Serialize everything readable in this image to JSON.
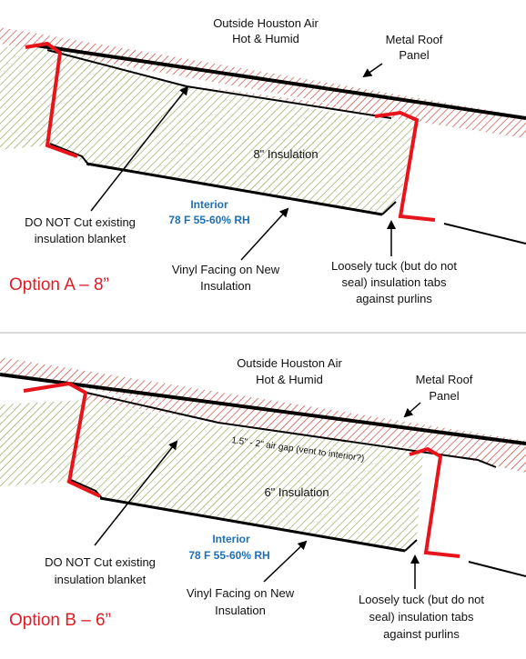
{
  "colors": {
    "roof_line": "#000000",
    "purlin": "#e8141b",
    "hatch_red": "#c0392b",
    "hatch_green": "#7a8a3a",
    "interior_text": "#1f6fb5",
    "option_text": "#e01b24"
  },
  "panels": [
    {
      "option_label": "Option A – 8”",
      "outside_line1": "Outside Houston Air",
      "outside_line2": "Hot & Humid",
      "metal_roof_line1": "Metal Roof",
      "metal_roof_line2": "Panel",
      "insulation_label": "8\" Insulation",
      "interior_line1": "Interior",
      "interior_line2": "78 F 55-60% RH",
      "do_not_cut_line1": "DO NOT Cut existing",
      "do_not_cut_line2": "insulation blanket",
      "vinyl_line1": "Vinyl Facing on New",
      "vinyl_line2": "Insulation",
      "tuck_line1": "Loosely tuck (but do not",
      "tuck_line2": "seal) insulation tabs",
      "tuck_line3": "against purlins"
    },
    {
      "option_label": "Option B – 6”",
      "outside_line1": "Outside Houston Air",
      "outside_line2": "Hot & Humid",
      "metal_roof_line1": "Metal Roof",
      "metal_roof_line2": "Panel",
      "air_gap_label": "1.5\" - 2\" air gap (vent to interior?)",
      "insulation_label": "6\" Insulation",
      "interior_line1": "Interior",
      "interior_line2": "78 F 55-60% RH",
      "do_not_cut_line1": "DO NOT Cut existing",
      "do_not_cut_line2": "insulation blanket",
      "vinyl_line1": "Vinyl Facing on New",
      "vinyl_line2": "Insulation",
      "tuck_line1": "Loosely tuck (but do not",
      "tuck_line2": "seal) insulation tabs",
      "tuck_line3": "against purlins"
    }
  ]
}
